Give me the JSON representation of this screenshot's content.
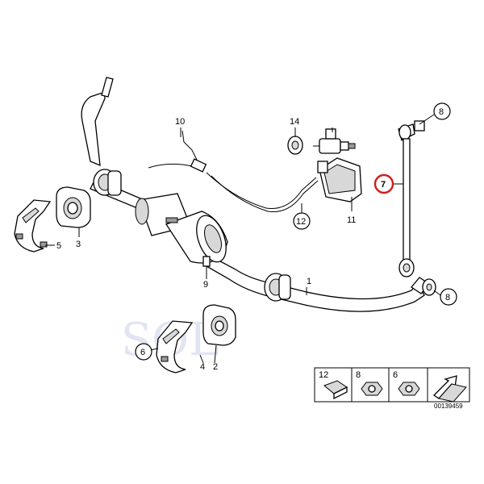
{
  "watermark": "SOL",
  "part_numbers": {
    "p1": "1",
    "p2": "2",
    "p3": "3",
    "p4": "4",
    "p5": "5",
    "p6": "6",
    "p7": "7",
    "p8a": "8",
    "p8b": "8",
    "p9": "9",
    "p10": "10",
    "p11": "11",
    "p12": "12",
    "p14": "14"
  },
  "legend": {
    "items": [
      "12",
      "8",
      "6"
    ],
    "reference": "00139459"
  },
  "highlight_color": "#cc1f1f"
}
